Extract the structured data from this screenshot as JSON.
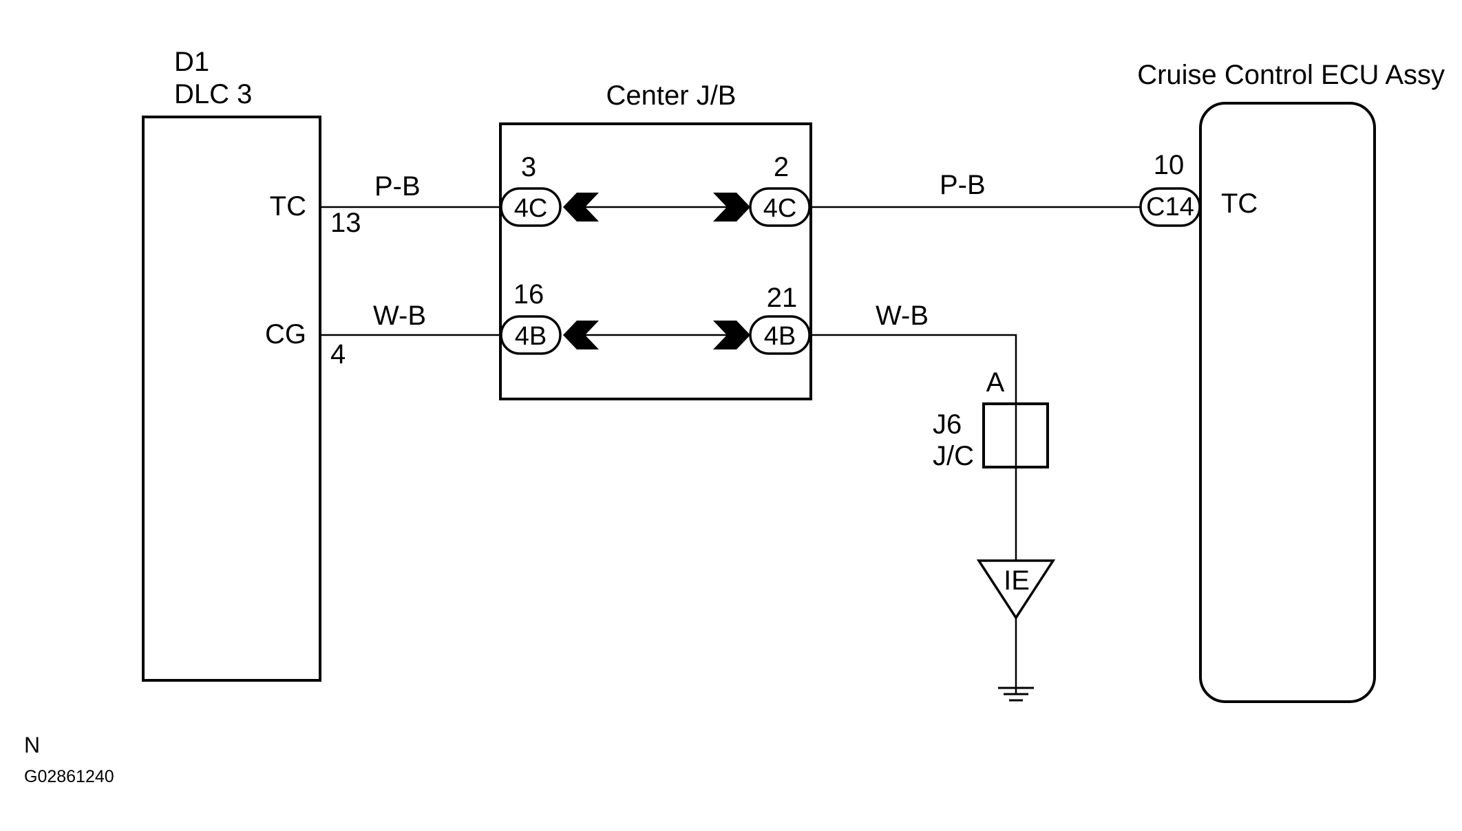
{
  "components": {
    "dlc": {
      "id": "D1",
      "name": "DLC 3"
    },
    "jb": {
      "name": "Center J/B"
    },
    "ecu": {
      "name": "Cruise Control ECU Assy"
    },
    "jc": {
      "id": "J6",
      "name": "J/C",
      "pin": "A"
    },
    "ground": {
      "label": "IE"
    }
  },
  "pins": {
    "dlc_tc": {
      "label": "TC",
      "num": "13"
    },
    "dlc_cg": {
      "label": "CG",
      "num": "4"
    },
    "jb_in_tc": {
      "num": "3",
      "conn": "4C"
    },
    "jb_out_tc": {
      "num": "2",
      "conn": "4C"
    },
    "jb_in_cg": {
      "num": "16",
      "conn": "4B"
    },
    "jb_out_cg": {
      "num": "21",
      "conn": "4B"
    },
    "ecu_tc": {
      "label": "TC",
      "num": "10",
      "conn": "C14"
    }
  },
  "wires": {
    "tc_left": "P-B",
    "tc_right": "P-B",
    "cg_left": "W-B",
    "cg_right": "W-B"
  },
  "footer": {
    "note": "N",
    "code": "G02861240"
  }
}
